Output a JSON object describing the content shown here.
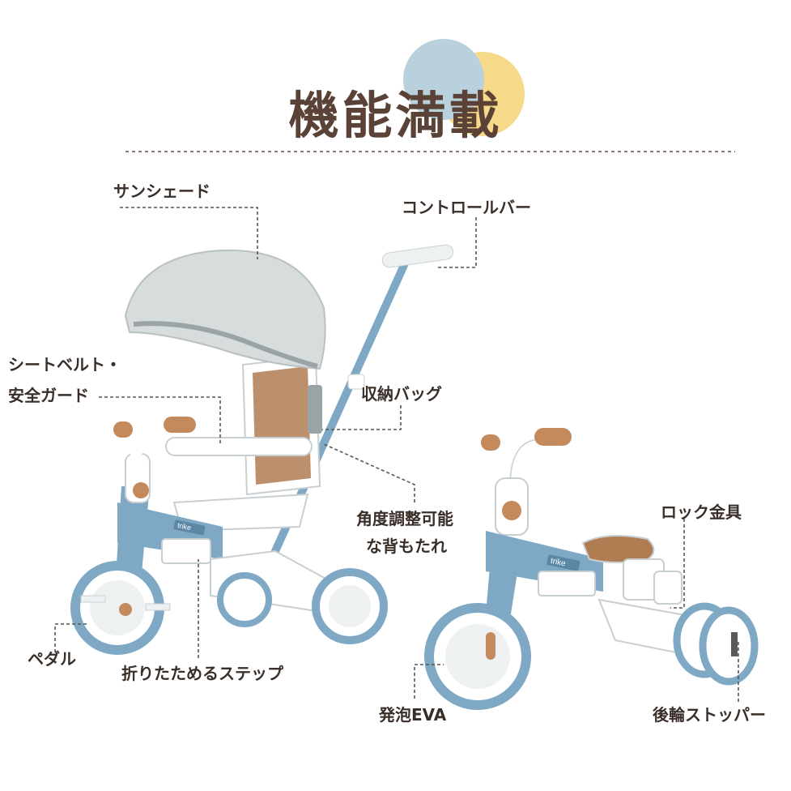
{
  "title": "機能満載",
  "colors": {
    "title": "#5a4236",
    "label": "#3a2e28",
    "circle_blue": "#b9d1dc",
    "circle_yellow": "#f7d98a",
    "frame_blue": "#7ea8c4",
    "canopy": "#d7dcdc",
    "seat_brown": "#b07c52",
    "wood": "#c48a5c",
    "divider": "#8a7a70"
  },
  "labels": {
    "sunshade": "サンシェード",
    "control_bar": "コントロールバー",
    "seatbelt_line1": "シートベルト・",
    "seatbelt_line2": "安全ガード",
    "storage_bag": "収納バッグ",
    "recline_line1": "角度調整可能",
    "recline_line2": "な背もたれ",
    "lock": "ロック金具",
    "pedal": "ペダル",
    "folding_step": "折りたためるステップ",
    "eva": "発泡EVA",
    "rear_stopper": "後輪ストッパー"
  },
  "trike_logo": "trike"
}
